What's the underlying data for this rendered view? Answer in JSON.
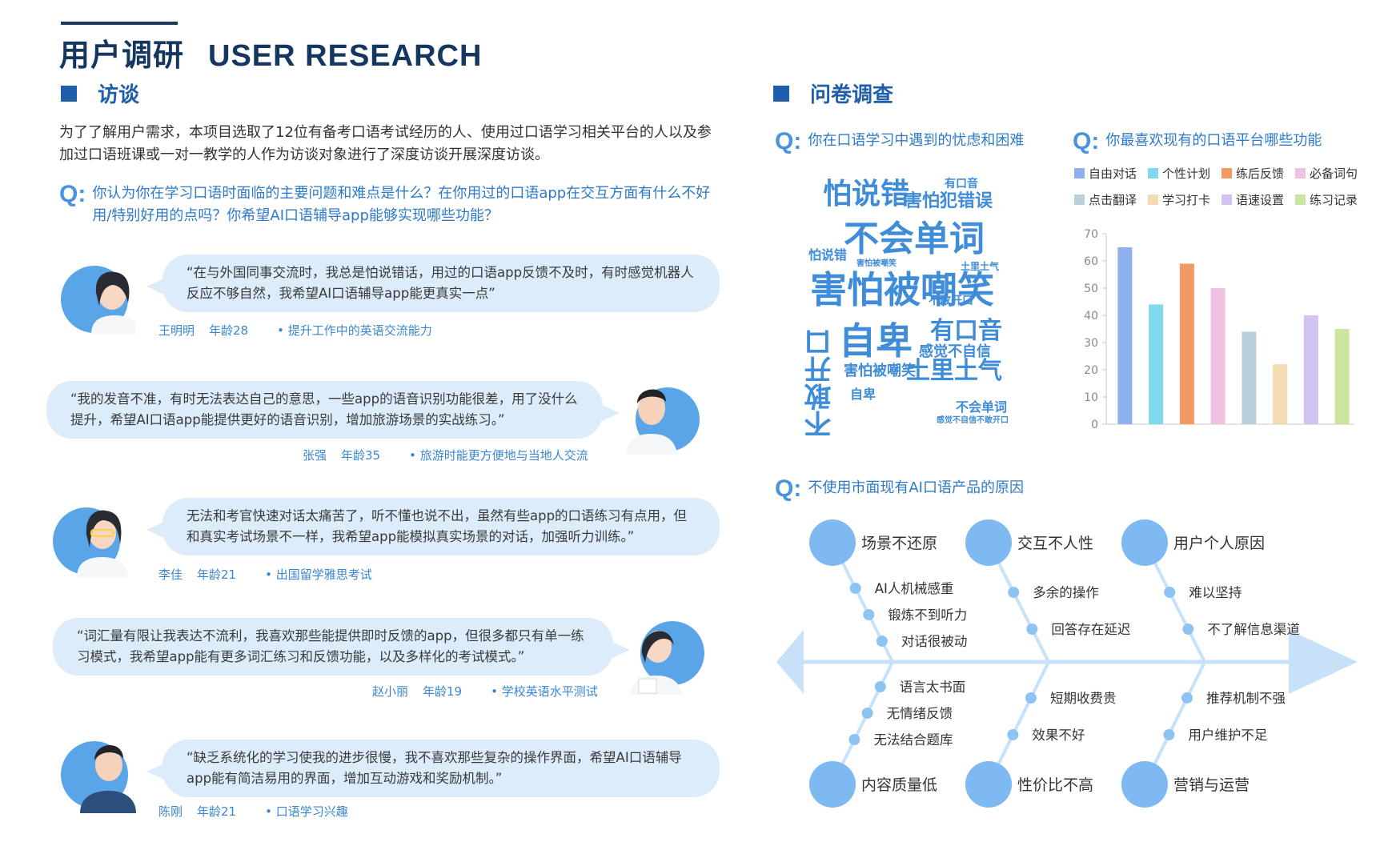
{
  "header": {
    "title_cn": "用户调研",
    "title_en": "USER RESEARCH"
  },
  "interview": {
    "heading": "访谈",
    "intro": "为了了解用户需求，本项目选取了12位有备考口语考试经历的人、使用过口语学习相关平台的人以及参加过口语班课或一对一教学的人作为访谈对象进行了深度访谈开展深度访谈。",
    "q_mark": "Q:",
    "question": "你认为你在学习口语时面临的主要问题和难点是什么？在你用过的口语app在交互方面有什么不好用/特别好用的点吗？你希望AI口语辅导app能够实现哪些功能？",
    "quotes": [
      {
        "text": "“在与外国同事交流时，我总是怕说错话，用过的口语app反馈不及时，有时感觉机器人反应不够自然，我希望AI口语辅导app能更真实一点”",
        "name": "王明明",
        "age": "年龄28",
        "goal": "• 提升工作中的英语交流能力"
      },
      {
        "text": "“我的发音不准，有时无法表达自己的意思，一些app的语音识别功能很差，用了没什么提升，希望AI口语app能提供更好的语音识别，增加旅游场景的实战练习。”",
        "name": "张强",
        "age": "年龄35",
        "goal": "• 旅游时能更方便地与当地人交流"
      },
      {
        "text": "无法和考官快速对话太痛苦了，听不懂也说不出，虽然有些app的口语练习有点用，但和真实考试场景不一样，我希望app能模拟真实场景的对话，加强听力训练。”",
        "name": "李佳",
        "age": "年龄21",
        "goal": "• 出国留学雅思考试"
      },
      {
        "text": "“词汇量有限让我表达不流利，我喜欢那些能提供即时反馈的app，但很多都只有单一练习模式，我希望app能有更多词汇练习和反馈功能，以及多样化的考试模式。”",
        "name": "赵小丽",
        "age": "年龄19",
        "goal": "• 学校英语水平测试"
      },
      {
        "text": "“缺乏系统化的学习使我的进步很慢，我不喜欢那些复杂的操作界面，希望AI口语辅导app能有简洁易用的界面，增加互动游戏和奖励机制。”",
        "name": "陈刚",
        "age": "年龄21",
        "goal": "• 口语学习兴趣"
      }
    ]
  },
  "survey": {
    "heading": "问卷调查",
    "q1": "你在口语学习中遇到的忧虑和困难",
    "q2": "你最喜欢现有的口语平台哪些功能",
    "q3": "不使用市面现有AI口语产品的原因",
    "word_cloud": [
      {
        "text": "怕说错",
        "size": 36
      },
      {
        "text": "不会单词",
        "size": 44
      },
      {
        "text": "害怕被嘲笑",
        "size": 46
      },
      {
        "text": "自卑",
        "size": 46
      },
      {
        "text": "有口音",
        "size": 30
      },
      {
        "text": "土里土气",
        "size": 30
      },
      {
        "text": "不敢开口",
        "size": 34
      },
      {
        "text": "感觉不自信",
        "size": 18
      },
      {
        "text": "害怕犯错误",
        "size": 22
      },
      {
        "text": "害怕被嘲笑",
        "size": 18
      },
      {
        "text": "怕说错",
        "size": 16
      },
      {
        "text": "不会单词",
        "size": 16
      },
      {
        "text": "自卑",
        "size": 16
      },
      {
        "text": "有口音",
        "size": 14
      },
      {
        "text": "土里土气",
        "size": 12
      },
      {
        "text": "不敢开口",
        "size": 14
      },
      {
        "text": "害怕被嘲笑",
        "size": 10
      },
      {
        "text": "感觉不自信不敢开口",
        "size": 10
      }
    ],
    "fishbone": {
      "top": [
        {
          "head": "场景不还原",
          "items": [
            "AI人机械感重",
            "锻炼不到听力",
            "对话很被动"
          ]
        },
        {
          "head": "交互不人性",
          "items": [
            "多余的操作",
            "回答存在延迟"
          ]
        },
        {
          "head": "用户个人原因",
          "items": [
            "难以坚持",
            "不了解信息渠道"
          ]
        }
      ],
      "bottom": [
        {
          "head": "内容质量低",
          "items": [
            "语言太书面",
            "无情绪反馈",
            "无法结合题库"
          ]
        },
        {
          "head": "性价比不高",
          "items": [
            "短期收费贵",
            "效果不好"
          ]
        },
        {
          "head": "营销与运营",
          "items": [
            "推荐机制不强",
            "用户维护不足"
          ]
        }
      ]
    }
  },
  "chart_data": {
    "type": "bar",
    "title": "你最喜欢现有的口语平台哪些功能",
    "categories": [
      "自由对话",
      "个性计划",
      "练后反馈",
      "必备词句",
      "点击翻译",
      "学习打卡",
      "语速设置",
      "练习记录"
    ],
    "values": [
      65,
      44,
      59,
      50,
      34,
      22,
      40,
      35
    ],
    "colors": [
      "#8fb0ef",
      "#7fd8ee",
      "#f29a64",
      "#efc2e3",
      "#bcd0dc",
      "#f3dcb1",
      "#d3c3f4",
      "#c9e59e"
    ],
    "ylim": [
      0,
      70
    ],
    "yticks": [
      0,
      10,
      20,
      30,
      40,
      50,
      60,
      70
    ],
    "legend_position": "top",
    "grid": false
  }
}
